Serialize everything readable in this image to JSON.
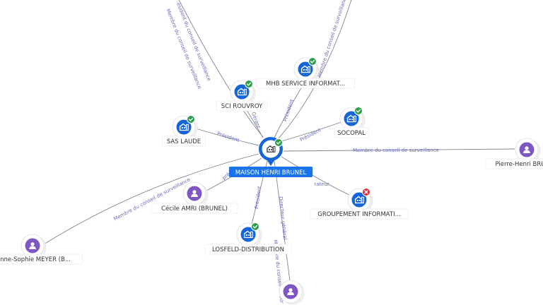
{
  "graph": {
    "center": {
      "label": "MAISON HENRI BRUNEL",
      "status": "active"
    },
    "nodes": [
      {
        "id": "sci-rouvroy",
        "label": "SCI ROUVROY",
        "kind": "company",
        "status": "active"
      },
      {
        "id": "mhb-service",
        "label": "MHB SERVICE INFORMAT...",
        "kind": "company",
        "status": "active"
      },
      {
        "id": "socopal",
        "label": "SOCOPAL",
        "kind": "company",
        "status": "active"
      },
      {
        "id": "sas-laude",
        "label": "SAS LAUDE",
        "kind": "company",
        "status": "active"
      },
      {
        "id": "pierre-henri",
        "label": "Pierre-Henri BRU",
        "kind": "person"
      },
      {
        "id": "cecile-amri",
        "label": "Cécile AMRI (BRUNEL)",
        "kind": "person"
      },
      {
        "id": "groupement",
        "label": "GROUPEMENT INFORMATI...",
        "kind": "company",
        "status": "inactive"
      },
      {
        "id": "losfeld",
        "label": "LOSFELD-DISTRIBUTION",
        "kind": "company",
        "status": "active"
      },
      {
        "id": "anne-sophie",
        "label": "nne-Sophie MEYER (B...",
        "kind": "person"
      },
      {
        "id": "bottom-person",
        "label": "",
        "kind": "person"
      }
    ],
    "edges": [
      {
        "id": "top-left",
        "labels": [
          "ésident du conseil de surveillance",
          "Membre du conseil de surveillance"
        ]
      },
      {
        "id": "sci-rouvroy",
        "labels": [
          "Gérant"
        ]
      },
      {
        "id": "mhb-service",
        "labels": [
          "Président"
        ]
      },
      {
        "id": "top-right",
        "labels": [
          "Membre du conseil de surveillance"
        ]
      },
      {
        "id": "socopal",
        "labels": [
          "Président"
        ]
      },
      {
        "id": "sas-laude",
        "labels": [
          "Président"
        ]
      },
      {
        "id": "pierre-henri",
        "labels": [
          "Membre du conseil de surveillance"
        ]
      },
      {
        "id": "anne-sophie",
        "labels": [
          "Membre du conseil de surveillance"
        ]
      },
      {
        "id": "cecile-amri",
        "labels": [
          "pré"
        ]
      },
      {
        "id": "groupement",
        "labels": [
          "rateur"
        ]
      },
      {
        "id": "losfeld",
        "labels": [
          "Président"
        ]
      },
      {
        "id": "bottom-person",
        "labels": [
          "Directeur général",
          "Membre du conseil de sur"
        ]
      }
    ]
  },
  "colors": {
    "accent": "#1a73e8",
    "company_badge": "#1565d8",
    "person_badge": "#7e57c2",
    "status_active": "#2e9d4e",
    "status_inactive": "#d93040",
    "edge_line": "#7b8794",
    "edge_label": "#6a6ab8"
  },
  "icons": {
    "company": "building-icon",
    "person": "person-icon",
    "active": "check-icon",
    "inactive": "cross-icon"
  }
}
